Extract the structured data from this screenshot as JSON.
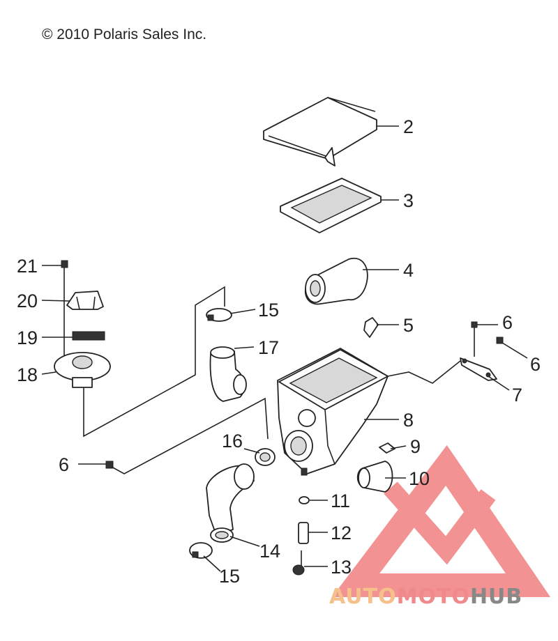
{
  "copyright": "© 2010 Polaris Sales Inc.",
  "callouts": [
    {
      "id": "c2",
      "label": "2"
    },
    {
      "id": "c3",
      "label": "3"
    },
    {
      "id": "c4",
      "label": "4"
    },
    {
      "id": "c5",
      "label": "5"
    },
    {
      "id": "c6a",
      "label": "6"
    },
    {
      "id": "c6b",
      "label": "6"
    },
    {
      "id": "c6c",
      "label": "6"
    },
    {
      "id": "c7",
      "label": "7"
    },
    {
      "id": "c8",
      "label": "8"
    },
    {
      "id": "c9",
      "label": "9"
    },
    {
      "id": "c10",
      "label": "10"
    },
    {
      "id": "c11",
      "label": "11"
    },
    {
      "id": "c12",
      "label": "12"
    },
    {
      "id": "c13",
      "label": "13"
    },
    {
      "id": "c14",
      "label": "14"
    },
    {
      "id": "c15a",
      "label": "15"
    },
    {
      "id": "c15b",
      "label": "15"
    },
    {
      "id": "c16",
      "label": "16"
    },
    {
      "id": "c17",
      "label": "17"
    },
    {
      "id": "c18",
      "label": "18"
    },
    {
      "id": "c19",
      "label": "19"
    },
    {
      "id": "c20",
      "label": "20"
    },
    {
      "id": "c21",
      "label": "21"
    }
  ],
  "watermark": {
    "part1": "AUTO",
    "part2": "MOTO",
    "part3": "HUB",
    "color1": "#f5c08a",
    "color2": "#f08a8a",
    "color3": "#888888",
    "logo_color": "#f08080"
  }
}
